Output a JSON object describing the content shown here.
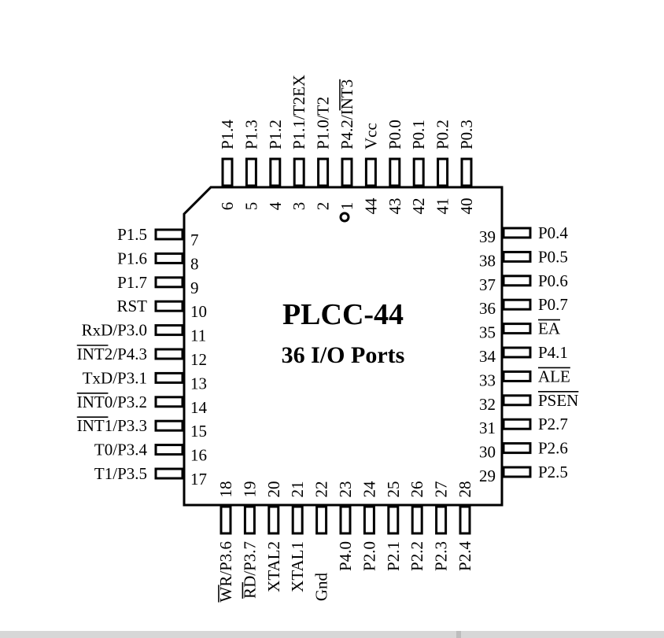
{
  "chip": {
    "package": "PLCC-44",
    "subtitle": "36 I/O Ports",
    "pin1_marker": "1"
  },
  "pins": {
    "top": [
      {
        "num": "6",
        "label": "P1.4"
      },
      {
        "num": "5",
        "label": "P1.3"
      },
      {
        "num": "4",
        "label": "P1.2"
      },
      {
        "num": "3",
        "label": "P1.1/T2EX"
      },
      {
        "num": "2",
        "label": "P1.0/T2"
      },
      {
        "num": "1",
        "label": "P4.2/INT3",
        "overline": "INT3"
      },
      {
        "num": "44",
        "label": "Vcc"
      },
      {
        "num": "43",
        "label": "P0.0"
      },
      {
        "num": "42",
        "label": "P0.1"
      },
      {
        "num": "41",
        "label": "P0.2"
      },
      {
        "num": "40",
        "label": "P0.3"
      }
    ],
    "left": [
      {
        "num": "7",
        "label": "P1.5"
      },
      {
        "num": "8",
        "label": "P1.6"
      },
      {
        "num": "9",
        "label": "P1.7"
      },
      {
        "num": "10",
        "label": "RST"
      },
      {
        "num": "11",
        "label": "RxD/P3.0"
      },
      {
        "num": "12",
        "label": "INT2/P4.3",
        "overline": "INT2"
      },
      {
        "num": "13",
        "label": "TxD/P3.1"
      },
      {
        "num": "14",
        "label": "INT0/P3.2",
        "overline": "INT0"
      },
      {
        "num": "15",
        "label": "INT1/P3.3",
        "overline": "INT1"
      },
      {
        "num": "16",
        "label": "T0/P3.4"
      },
      {
        "num": "17",
        "label": "T1/P3.5"
      }
    ],
    "right": [
      {
        "num": "39",
        "label": "P0.4"
      },
      {
        "num": "38",
        "label": "P0.5"
      },
      {
        "num": "37",
        "label": "P0.6"
      },
      {
        "num": "36",
        "label": "P0.7"
      },
      {
        "num": "35",
        "label": "EA",
        "overline": "EA"
      },
      {
        "num": "34",
        "label": "P4.1"
      },
      {
        "num": "33",
        "label": "ALE",
        "overline": "ALE"
      },
      {
        "num": "32",
        "label": "PSEN",
        "overline": "PSEN"
      },
      {
        "num": "31",
        "label": "P2.7"
      },
      {
        "num": "30",
        "label": "P2.6"
      },
      {
        "num": "29",
        "label": "P2.5"
      }
    ],
    "bottom": [
      {
        "num": "18",
        "label": "WR/P3.6",
        "overline": "WR"
      },
      {
        "num": "19",
        "label": "RD/P3.7",
        "overline": "RD"
      },
      {
        "num": "20",
        "label": "XTAL2"
      },
      {
        "num": "21",
        "label": "XTAL1"
      },
      {
        "num": "22",
        "label": "Gnd",
        "small": true
      },
      {
        "num": "23",
        "label": "P4.0"
      },
      {
        "num": "24",
        "label": "P2.0"
      },
      {
        "num": "25",
        "label": "P2.1"
      },
      {
        "num": "26",
        "label": "P2.2"
      },
      {
        "num": "27",
        "label": "P2.3"
      },
      {
        "num": "28",
        "label": "P2.4"
      }
    ]
  }
}
